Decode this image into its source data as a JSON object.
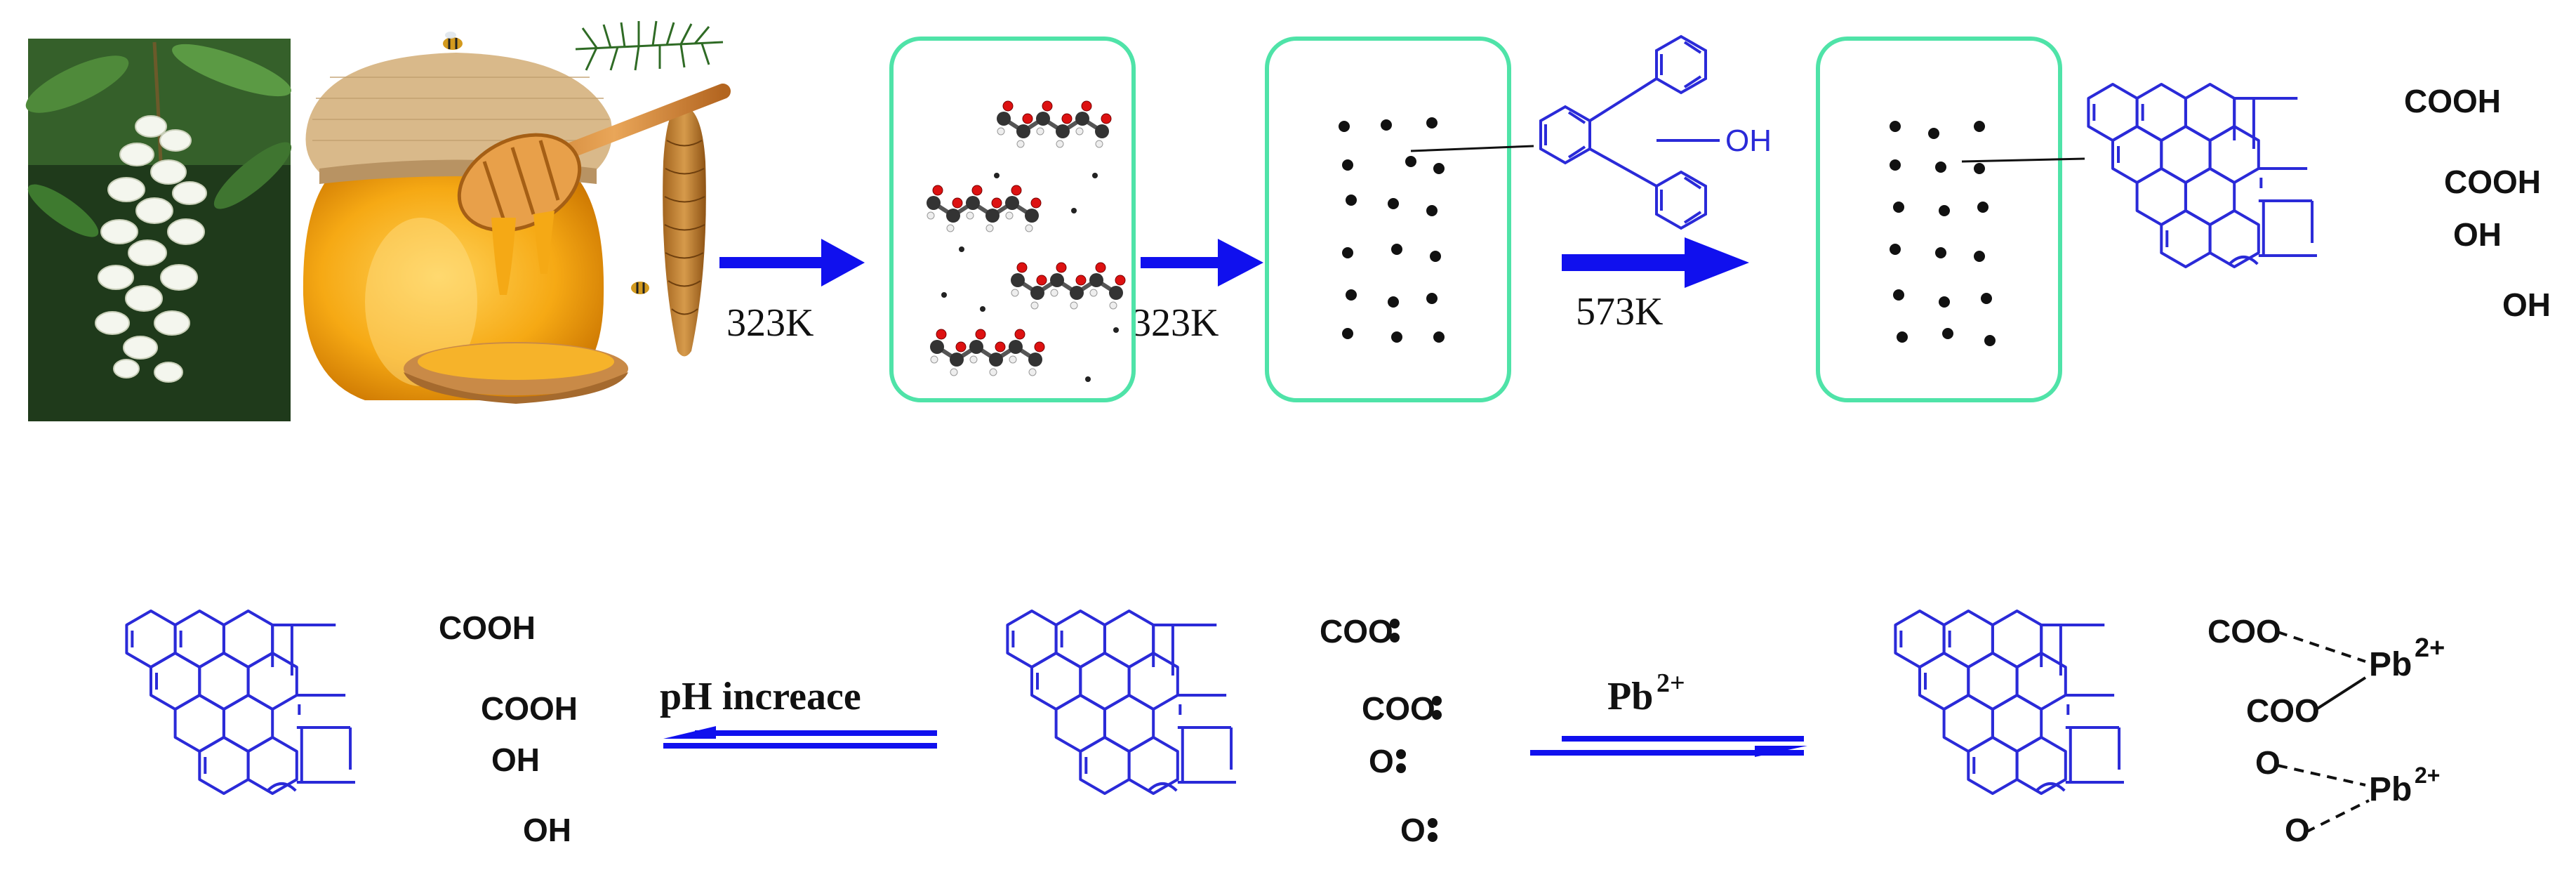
{
  "steps": {
    "step1_temp": "323K",
    "step2_temp": "323K",
    "step3_temp": "573K"
  },
  "top_row": {
    "biphenyl_group": "OH",
    "graphene_groups": [
      "COOH",
      "COOH",
      "OH",
      "OH"
    ]
  },
  "bottom_row": {
    "left_groups": [
      "COOH",
      "COOH",
      "OH",
      "OH"
    ],
    "middle_groups": [
      "COO",
      "COO",
      "O",
      "O"
    ],
    "right_groups": [
      "COO",
      "COO",
      "O",
      "O"
    ],
    "pb_label": "Pb",
    "pb_charge": "2+",
    "eq1_label": "pH increace",
    "eq2_label": "Pb",
    "eq2_charge": "2+"
  },
  "colors": {
    "structure": "#2a2ad8",
    "arrow": "#1010ee",
    "box": "#4fe3a8",
    "text": "#111111"
  }
}
